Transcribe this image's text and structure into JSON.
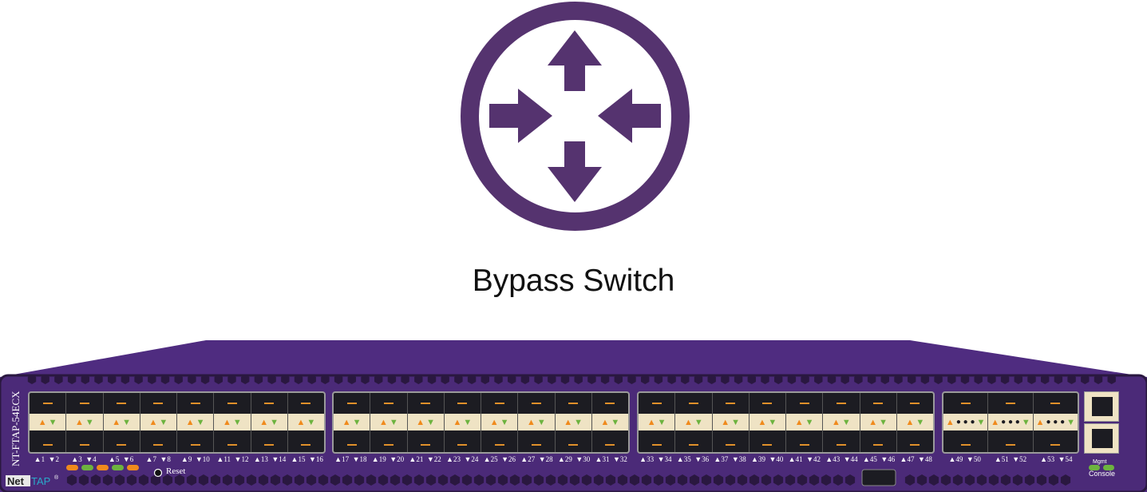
{
  "title": "Bypass Switch",
  "device": {
    "model": "NT-FTAP-54ECX",
    "brand": {
      "part1": "Net",
      "part2": "TAP",
      "mark": "®"
    },
    "reset_label": "Reset",
    "mgmt_label": "Mgmt",
    "console_label": "Console",
    "status_leds": [
      "#f08a1c",
      "#6db33f",
      "#f08a1c",
      "#6db33f",
      "#f08a1c"
    ],
    "port_groups": [
      {
        "type": "sfp",
        "pairs": [
          [
            "1",
            "2"
          ],
          [
            "3",
            "4"
          ],
          [
            "5",
            "6"
          ],
          [
            "7",
            "8"
          ],
          [
            "9",
            "10"
          ],
          [
            "11",
            "12"
          ],
          [
            "13",
            "14"
          ],
          [
            "15",
            "16"
          ]
        ]
      },
      {
        "type": "sfp",
        "pairs": [
          [
            "17",
            "18"
          ],
          [
            "19",
            "20"
          ],
          [
            "21",
            "22"
          ],
          [
            "23",
            "24"
          ],
          [
            "25",
            "26"
          ],
          [
            "27",
            "28"
          ],
          [
            "29",
            "30"
          ],
          [
            "31",
            "32"
          ]
        ]
      },
      {
        "type": "sfp",
        "pairs": [
          [
            "33",
            "34"
          ],
          [
            "35",
            "36"
          ],
          [
            "37",
            "38"
          ],
          [
            "39",
            "40"
          ],
          [
            "41",
            "42"
          ],
          [
            "43",
            "44"
          ],
          [
            "45",
            "46"
          ],
          [
            "47",
            "48"
          ]
        ]
      },
      {
        "type": "qsfp",
        "pairs": [
          [
            "49",
            "50"
          ],
          [
            "51",
            "52"
          ],
          [
            "53",
            "54"
          ]
        ]
      }
    ]
  },
  "colors": {
    "icon": "#55336f",
    "chassis": "#4b2a78",
    "chassis_top": "#4f2c80",
    "tap": "#2aa9c9"
  }
}
